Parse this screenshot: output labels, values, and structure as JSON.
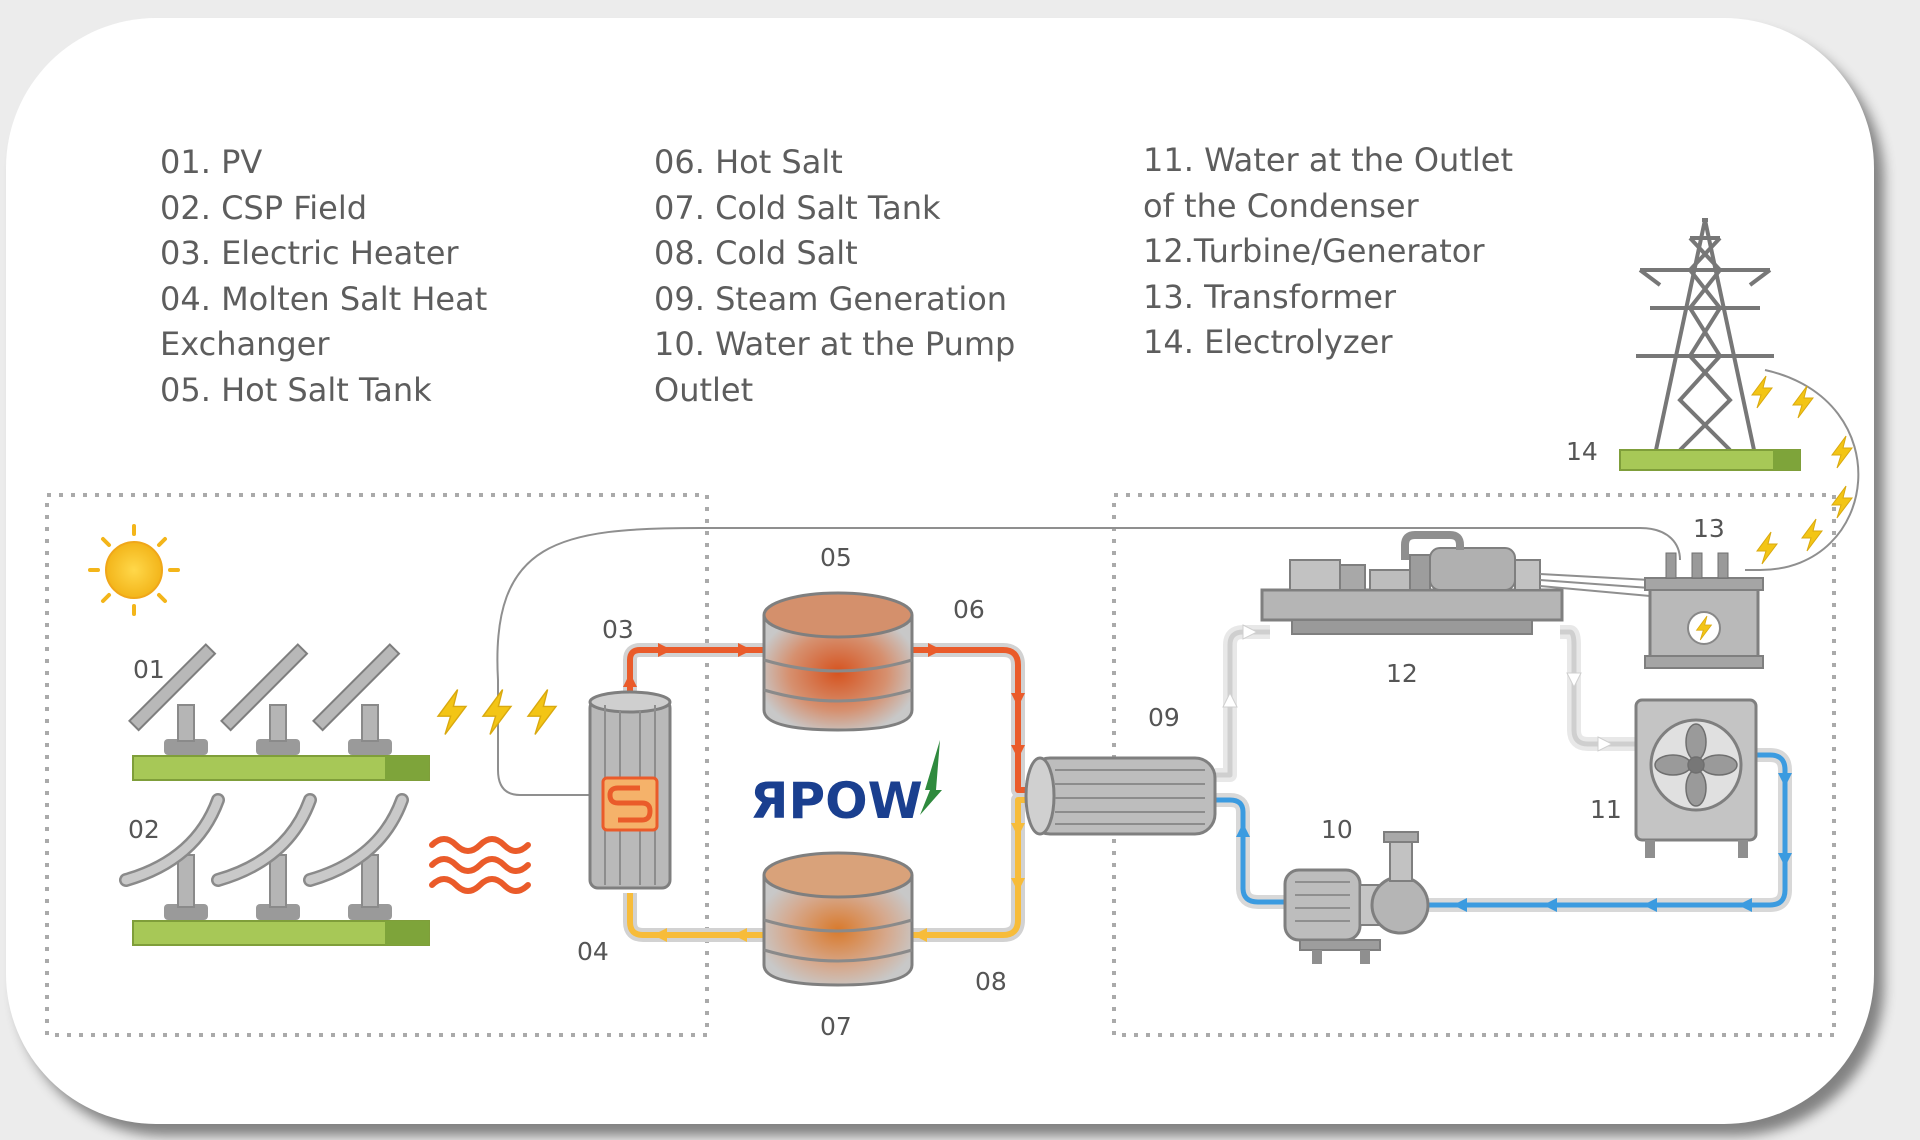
{
  "legend": {
    "col1": [
      "01. PV",
      "02. CSP Field",
      "03. Electric Heater",
      "04. Molten Salt Heat",
      "Exchanger",
      "05. Hot Salt Tank"
    ],
    "col2": [
      "06. Hot Salt",
      "07. Cold Salt Tank",
      "08. Cold Salt",
      "09. Steam Generation",
      "10. Water at the Pump",
      "Outlet"
    ],
    "col3": [
      "11. Water at the Outlet",
      "of the Condenser",
      "12.Turbine/Generator",
      "13. Transformer",
      "14. Electrolyzer"
    ]
  },
  "labels": {
    "n01": "01",
    "n02": "02",
    "n03": "03",
    "n04": "04",
    "n05": "05",
    "n06": "06",
    "n07": "07",
    "n08": "08",
    "n09": "09",
    "n10": "10",
    "n11": "11",
    "n12": "12",
    "n13": "13",
    "n14": "14"
  },
  "logo": {
    "text": "ЯPOW"
  },
  "colors": {
    "hot_salt": "#ea5b2a",
    "cold_salt": "#f7bc3a",
    "water": "#3b9be0",
    "steam": "#d4d4d4",
    "ground": "#a7c857",
    "lightning": "#f3c515",
    "logo_green": "#2f8a3e",
    "logo_blue": "#1a3f8f"
  },
  "icons": [
    "sun-icon",
    "lightning-icon",
    "heat-wave-icon",
    "transmission-tower-icon",
    "fan-icon"
  ]
}
